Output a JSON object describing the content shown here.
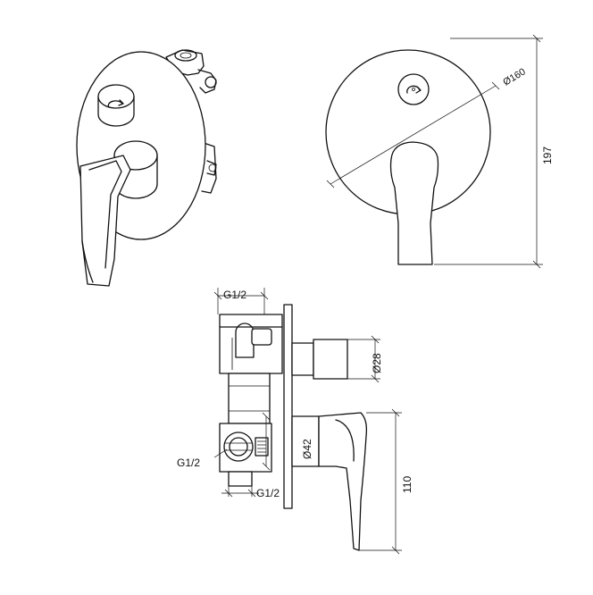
{
  "dimensions": {
    "plate_diameter": "Ø160",
    "height_total": "197",
    "thread_top": "G1/2",
    "sleeve_diameter": "Ø28",
    "body_diameter": "Ø42",
    "thread_side": "G1/2",
    "thread_bottom": "G1/2",
    "lever_height": "110"
  },
  "colors": {
    "line": "#111111",
    "background": "#ffffff"
  }
}
